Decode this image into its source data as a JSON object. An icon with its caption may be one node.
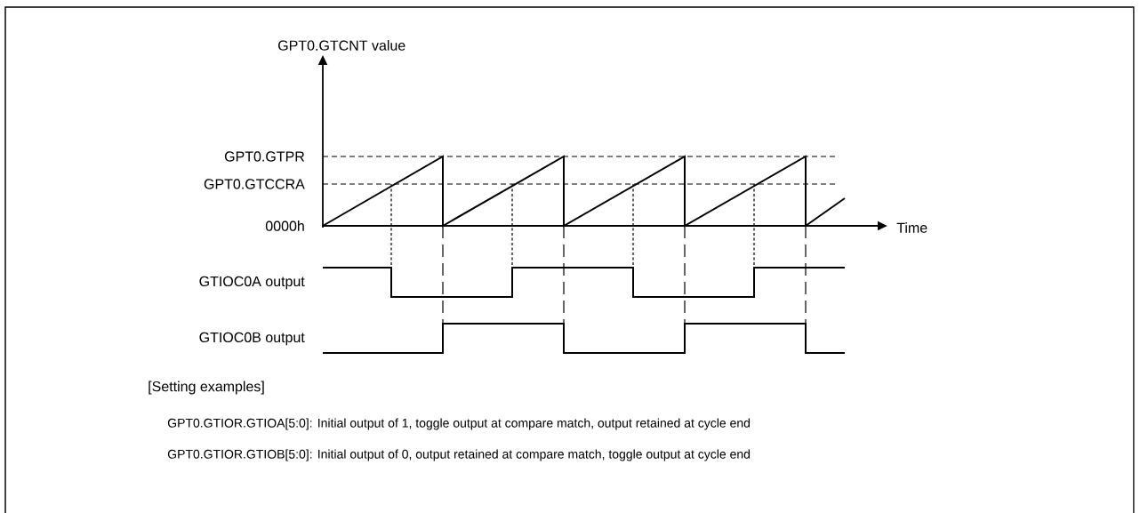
{
  "diagram": {
    "labels": [
      "GPT0.GTCNT value",
      "GPT0.GTPR",
      "GPT0.GTCCRA",
      "0000h",
      "Time",
      "GTIOC0A output",
      "GTIOC0B output",
      "[Setting examples]",
      "GPT0.GTIOR.GTIOA[5:0]: Initial output of 1, toggle output at compare match, output retained at cycle end",
      "GPT0.GTIOR.GTIOB[5:0]: Initial output of 0, output retained at compare match, toggle output at cycle end"
    ]
  }
}
